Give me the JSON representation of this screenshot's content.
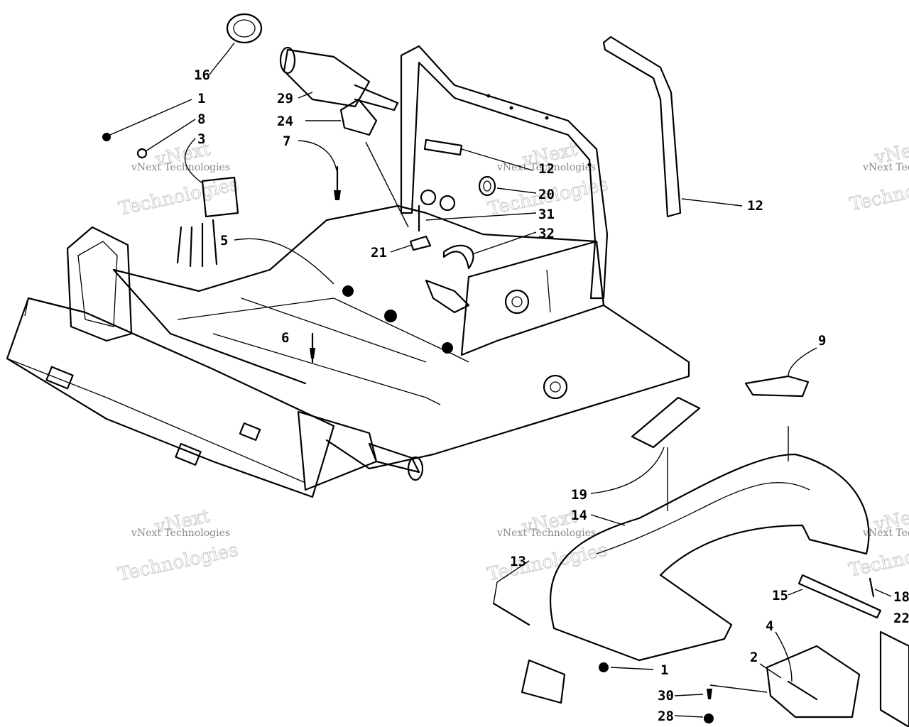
{
  "watermark": {
    "line_small": "vNext Technologies",
    "line_big_1": "vNext",
    "line_big_2": "Technologies"
  },
  "callouts": {
    "c16": "16",
    "c1a": "1",
    "c8": "8",
    "c3": "3",
    "c29": "29",
    "c24": "24",
    "c7": "7",
    "c5": "5",
    "c12a": "12",
    "c20": "20",
    "c31": "31",
    "c32": "32",
    "c21": "21",
    "c6": "6",
    "c12b": "12",
    "c9": "9",
    "c19": "19",
    "c14": "14",
    "c13": "13",
    "c15": "15",
    "c18": "18",
    "c22": "22",
    "c4": "4",
    "c2": "2",
    "c1b": "1",
    "c30": "30",
    "c28": "28"
  }
}
